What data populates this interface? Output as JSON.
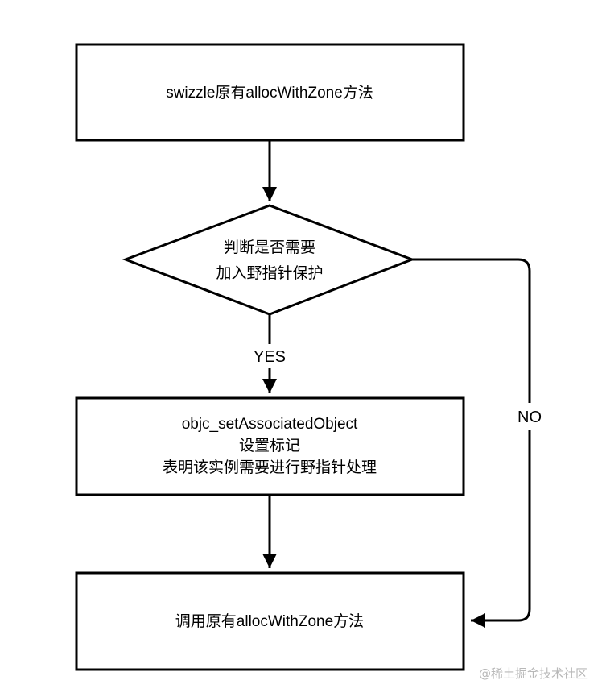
{
  "diagram": {
    "nodes": {
      "swizzle": {
        "lines": [
          "swizzle原有allocWithZone方法"
        ]
      },
      "decision": {
        "lines": [
          "判断是否需要",
          "加入野指针保护"
        ]
      },
      "set_object": {
        "lines": [
          "objc_setAssociatedObject",
          "设置标记",
          "表明该实例需要进行野指针处理"
        ]
      },
      "call_original": {
        "lines": [
          "调用原有allocWithZone方法"
        ]
      }
    },
    "edges": {
      "yes_label": "YES",
      "no_label": "NO"
    },
    "colors": {
      "stroke": "#000000",
      "fill": "#ffffff",
      "text": "#000000"
    }
  },
  "watermark": {
    "text": "@稀土掘金技术社区"
  }
}
